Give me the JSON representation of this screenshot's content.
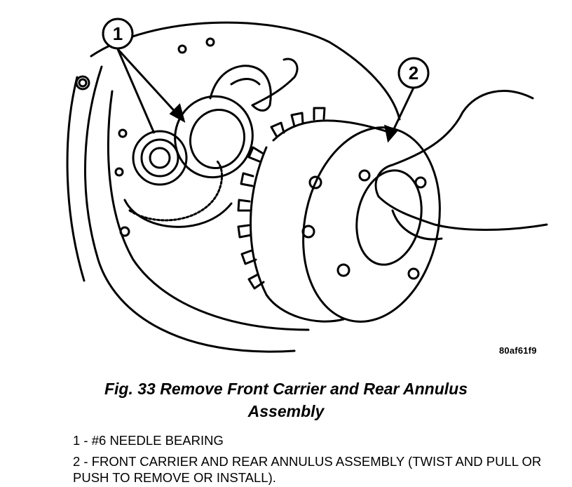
{
  "figure": {
    "callout_1": "1",
    "callout_2": "2",
    "image_id": "80af61f9"
  },
  "caption": {
    "line1": "Fig. 33 Remove Front Carrier and Rear Annulus",
    "line2": "Assembly"
  },
  "legend": [
    {
      "text": "1 - #6 NEEDLE BEARING"
    },
    {
      "text": "2 - FRONT CARRIER AND REAR ANNULUS ASSEMBLY (TWIST AND PULL OR PUSH TO REMOVE OR INSTALL)."
    }
  ]
}
